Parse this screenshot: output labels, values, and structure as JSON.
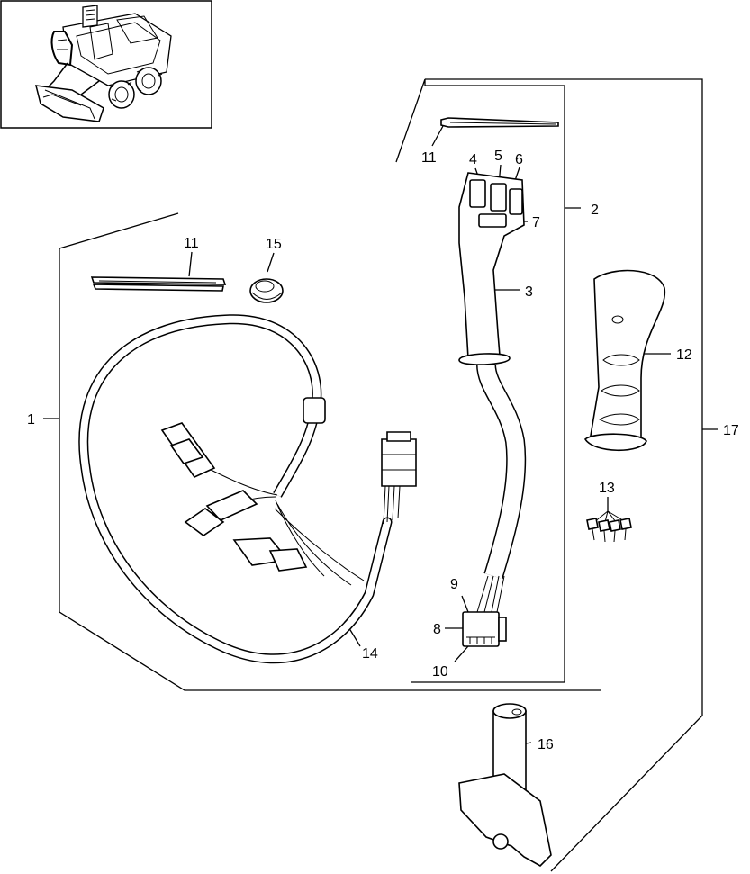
{
  "callouts": {
    "c1": "1",
    "c2": "2",
    "c3": "3",
    "c4": "4",
    "c5": "5",
    "c6": "6",
    "c7": "7",
    "c8": "8",
    "c9": "9",
    "c10": "10",
    "c11a": "11",
    "c11b": "11",
    "c12": "12",
    "c13": "13",
    "c14": "14",
    "c15": "15",
    "c16": "16",
    "c17": "17"
  }
}
